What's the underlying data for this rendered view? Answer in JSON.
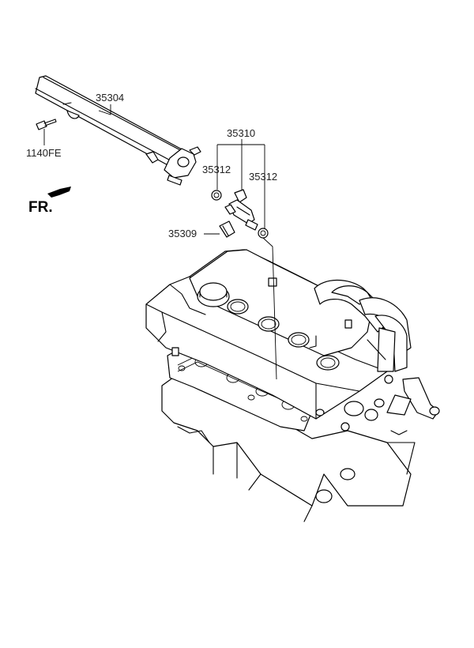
{
  "labels": {
    "fuel_rail": "35304",
    "bolt": "1140FE",
    "injector_assy": "35310",
    "upper_oring": "35312",
    "lower_oring": "35312",
    "clip": "35309",
    "front_indicator": "FR."
  }
}
